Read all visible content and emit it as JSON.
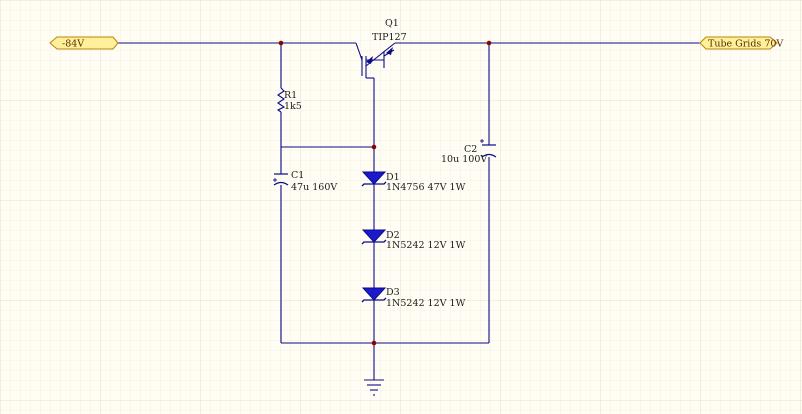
{
  "schematic": {
    "ports": {
      "input": "-84V",
      "output": "Tube Grids 70V"
    },
    "components": {
      "q1": {
        "designator": "Q1",
        "value": "TIP127"
      },
      "r1": {
        "designator": "R1",
        "value": "1k5"
      },
      "c1": {
        "designator": "C1",
        "value": "47u 160V"
      },
      "c2": {
        "designator": "C2",
        "value": "10u 100V"
      },
      "d1": {
        "designator": "D1",
        "value": "1N4756 47V 1W"
      },
      "d2": {
        "designator": "D2",
        "value": "1N5242 12V 1W"
      },
      "d3": {
        "designator": "D3",
        "value": "1N5242 12V 1W"
      }
    },
    "colors": {
      "wire": "#0b0b8a",
      "junction": "#8b0000",
      "diode_fill": "#1a1acc",
      "port_fill": "#fff099",
      "port_stroke": "#b8860b",
      "grid": "#e9e5d2"
    }
  }
}
